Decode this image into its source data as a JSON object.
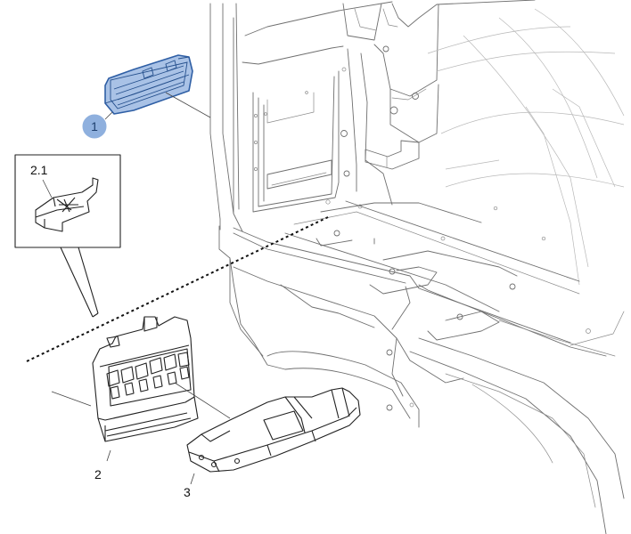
{
  "callouts": {
    "c1": "1",
    "c2": "2",
    "c3": "3",
    "c21": "2.1"
  },
  "colors": {
    "highlight_fill": "#a9c2e6",
    "highlight_stroke": "#2f5fa5",
    "callout_badge": "#8fb0de",
    "line_art": "#6f6f6f"
  }
}
